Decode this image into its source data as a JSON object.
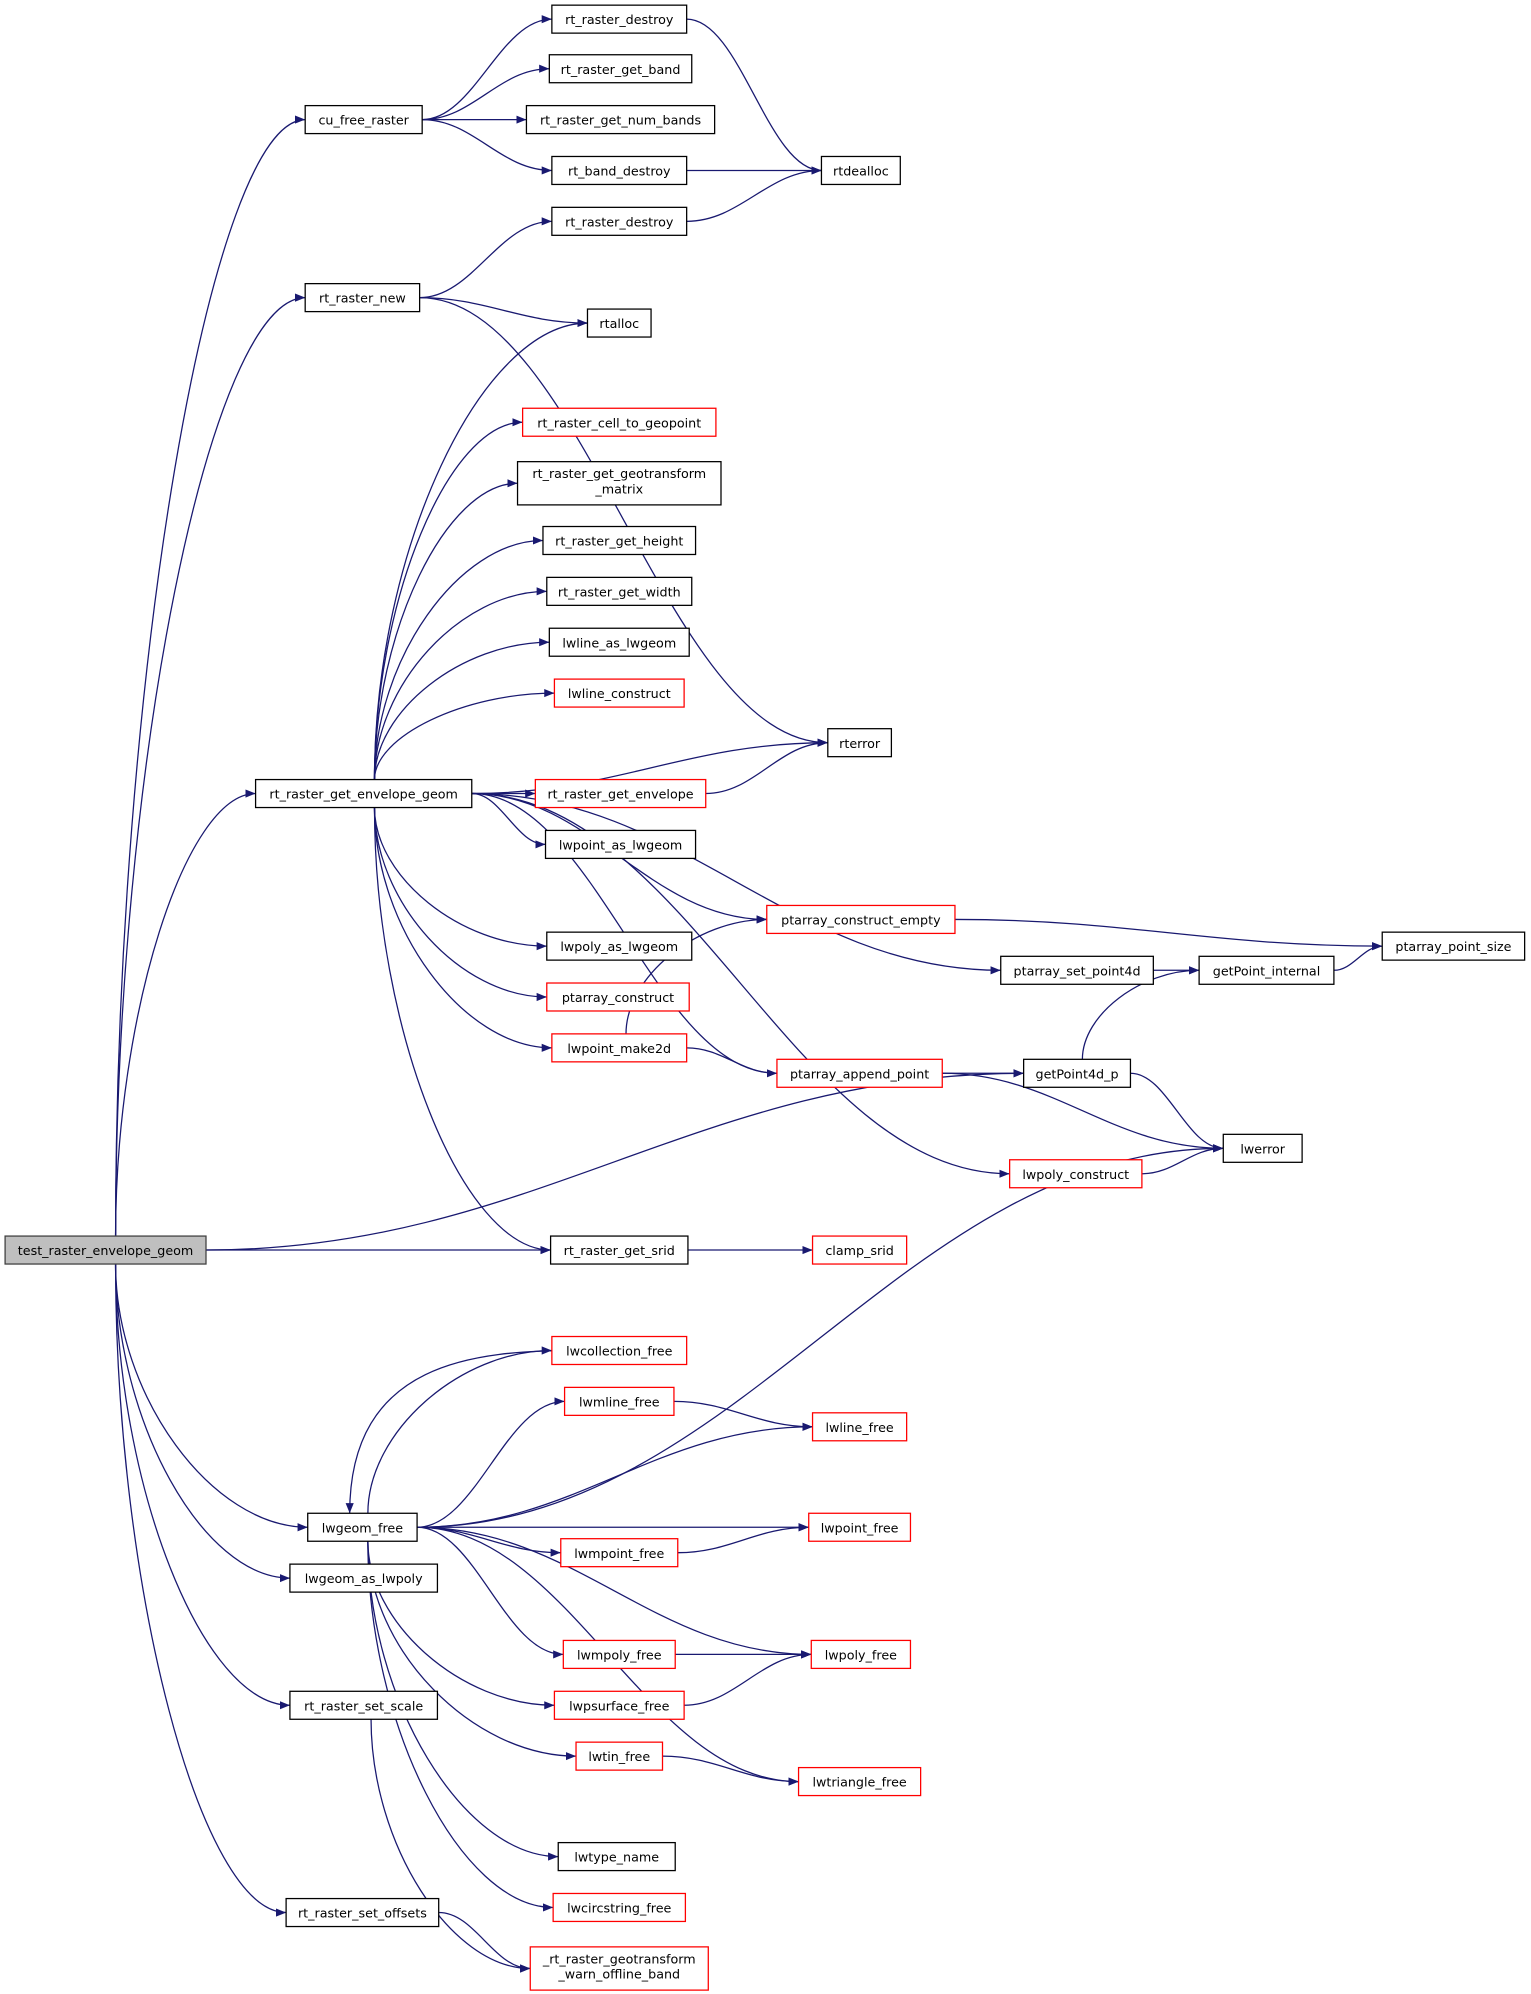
{
  "graph": {
    "edge_color": "#191970",
    "nodes": [
      {
        "id": "root",
        "lines": [
          "test_raster_envelope_geom"
        ],
        "style": "root"
      },
      {
        "id": "cu_free_raster",
        "lines": [
          "cu_free_raster"
        ],
        "style": "black"
      },
      {
        "id": "rt_raster_destroy_a",
        "lines": [
          "rt_raster_destroy"
        ],
        "style": "black"
      },
      {
        "id": "rt_raster_get_band",
        "lines": [
          "rt_raster_get_band"
        ],
        "style": "black"
      },
      {
        "id": "rt_raster_get_num_bands",
        "lines": [
          "rt_raster_get_num_bands"
        ],
        "style": "black"
      },
      {
        "id": "rt_band_destroy",
        "lines": [
          "rt_band_destroy"
        ],
        "style": "black"
      },
      {
        "id": "rtdealloc",
        "lines": [
          "rtdealloc"
        ],
        "style": "black"
      },
      {
        "id": "rt_raster_destroy_b",
        "lines": [
          "rt_raster_destroy"
        ],
        "style": "black"
      },
      {
        "id": "rt_raster_new",
        "lines": [
          "rt_raster_new"
        ],
        "style": "black"
      },
      {
        "id": "rtalloc",
        "lines": [
          "rtalloc"
        ],
        "style": "black"
      },
      {
        "id": "rt_raster_cell_to_geopoint",
        "lines": [
          "rt_raster_cell_to_geopoint"
        ],
        "style": "red"
      },
      {
        "id": "rt_raster_get_geotransform_matrix",
        "lines": [
          "rt_raster_get_geotransform",
          "_matrix"
        ],
        "style": "black"
      },
      {
        "id": "rt_raster_get_height",
        "lines": [
          "rt_raster_get_height"
        ],
        "style": "black"
      },
      {
        "id": "rt_raster_get_width",
        "lines": [
          "rt_raster_get_width"
        ],
        "style": "black"
      },
      {
        "id": "lwline_as_lwgeom",
        "lines": [
          "lwline_as_lwgeom"
        ],
        "style": "black"
      },
      {
        "id": "lwline_construct",
        "lines": [
          "lwline_construct"
        ],
        "style": "red"
      },
      {
        "id": "rterror",
        "lines": [
          "rterror"
        ],
        "style": "black"
      },
      {
        "id": "rt_raster_get_envelope_geom",
        "lines": [
          "rt_raster_get_envelope_geom"
        ],
        "style": "black"
      },
      {
        "id": "rt_raster_get_envelope",
        "lines": [
          "rt_raster_get_envelope"
        ],
        "style": "red"
      },
      {
        "id": "lwpoint_as_lwgeom",
        "lines": [
          "lwpoint_as_lwgeom"
        ],
        "style": "black"
      },
      {
        "id": "ptarray_construct_empty",
        "lines": [
          "ptarray_construct_empty"
        ],
        "style": "red"
      },
      {
        "id": "ptarray_point_size",
        "lines": [
          "ptarray_point_size"
        ],
        "style": "black"
      },
      {
        "id": "ptarray_set_point4d",
        "lines": [
          "ptarray_set_point4d"
        ],
        "style": "black"
      },
      {
        "id": "getPoint_internal",
        "lines": [
          "getPoint_internal"
        ],
        "style": "black"
      },
      {
        "id": "lwpoly_as_lwgeom",
        "lines": [
          "lwpoly_as_lwgeom"
        ],
        "style": "black"
      },
      {
        "id": "ptarray_construct",
        "lines": [
          "ptarray_construct"
        ],
        "style": "red"
      },
      {
        "id": "lwpoint_make2d",
        "lines": [
          "lwpoint_make2d"
        ],
        "style": "red"
      },
      {
        "id": "ptarray_append_point",
        "lines": [
          "ptarray_append_point"
        ],
        "style": "red"
      },
      {
        "id": "getPoint4d_p",
        "lines": [
          "getPoint4d_p"
        ],
        "style": "black"
      },
      {
        "id": "lwerror",
        "lines": [
          "lwerror"
        ],
        "style": "black"
      },
      {
        "id": "lwpoly_construct",
        "lines": [
          "lwpoly_construct"
        ],
        "style": "red"
      },
      {
        "id": "rt_raster_get_srid",
        "lines": [
          "rt_raster_get_srid"
        ],
        "style": "black"
      },
      {
        "id": "clamp_srid",
        "lines": [
          "clamp_srid"
        ],
        "style": "red"
      },
      {
        "id": "lwcollection_free",
        "lines": [
          "lwcollection_free"
        ],
        "style": "red"
      },
      {
        "id": "lwmline_free",
        "lines": [
          "lwmline_free"
        ],
        "style": "red"
      },
      {
        "id": "lwline_free",
        "lines": [
          "lwline_free"
        ],
        "style": "red"
      },
      {
        "id": "lwgeom_free",
        "lines": [
          "lwgeom_free"
        ],
        "style": "black"
      },
      {
        "id": "lwpoint_free",
        "lines": [
          "lwpoint_free"
        ],
        "style": "red"
      },
      {
        "id": "lwmpoint_free",
        "lines": [
          "lwmpoint_free"
        ],
        "style": "red"
      },
      {
        "id": "lwgeom_as_lwpoly",
        "lines": [
          "lwgeom_as_lwpoly"
        ],
        "style": "black"
      },
      {
        "id": "lwpoly_free",
        "lines": [
          "lwpoly_free"
        ],
        "style": "red"
      },
      {
        "id": "lwmpoly_free",
        "lines": [
          "lwmpoly_free"
        ],
        "style": "red"
      },
      {
        "id": "lwpsurface_free",
        "lines": [
          "lwpsurface_free"
        ],
        "style": "red"
      },
      {
        "id": "rt_raster_set_scale",
        "lines": [
          "rt_raster_set_scale"
        ],
        "style": "black"
      },
      {
        "id": "lwtin_free",
        "lines": [
          "lwtin_free"
        ],
        "style": "red"
      },
      {
        "id": "lwtriangle_free",
        "lines": [
          "lwtriangle_free"
        ],
        "style": "red"
      },
      {
        "id": "lwtype_name",
        "lines": [
          "lwtype_name"
        ],
        "style": "black"
      },
      {
        "id": "lwcircstring_free",
        "lines": [
          "lwcircstring_free"
        ],
        "style": "red"
      },
      {
        "id": "rt_raster_set_offsets",
        "lines": [
          "rt_raster_set_offsets"
        ],
        "style": "black"
      },
      {
        "id": "warn_offline_band",
        "lines": [
          "_rt_raster_geotransform",
          "_warn_offline_band"
        ],
        "style": "red"
      }
    ],
    "edges": [
      [
        "root",
        "cu_free_raster"
      ],
      [
        "root",
        "rt_raster_new"
      ],
      [
        "root",
        "rt_raster_get_envelope_geom"
      ],
      [
        "root",
        "getPoint4d_p"
      ],
      [
        "root",
        "rt_raster_get_srid"
      ],
      [
        "root",
        "lwgeom_free"
      ],
      [
        "root",
        "lwgeom_as_lwpoly"
      ],
      [
        "root",
        "rt_raster_set_scale"
      ],
      [
        "root",
        "rt_raster_set_offsets"
      ],
      [
        "cu_free_raster",
        "rt_raster_destroy_a"
      ],
      [
        "cu_free_raster",
        "rt_raster_get_band"
      ],
      [
        "cu_free_raster",
        "rt_raster_get_num_bands"
      ],
      [
        "cu_free_raster",
        "rt_band_destroy"
      ],
      [
        "rt_raster_destroy_a",
        "rtdealloc"
      ],
      [
        "rt_band_destroy",
        "rtdealloc"
      ],
      [
        "rt_raster_destroy_b",
        "rtdealloc"
      ],
      [
        "rt_raster_new",
        "rt_raster_destroy_b"
      ],
      [
        "rt_raster_new",
        "rterror"
      ],
      [
        "rt_raster_new",
        "rtalloc"
      ],
      [
        "rt_raster_get_envelope_geom",
        "rtalloc"
      ],
      [
        "rt_raster_get_envelope_geom",
        "ptarray_set_point4d"
      ],
      [
        "rt_raster_get_envelope_geom",
        "rt_raster_cell_to_geopoint"
      ],
      [
        "rt_raster_get_envelope_geom",
        "rt_raster_get_geotransform_matrix"
      ],
      [
        "rt_raster_get_envelope_geom",
        "rt_raster_get_height"
      ],
      [
        "rt_raster_get_envelope_geom",
        "rt_raster_get_width"
      ],
      [
        "rt_raster_get_envelope_geom",
        "lwline_as_lwgeom"
      ],
      [
        "rt_raster_get_envelope_geom",
        "lwline_construct"
      ],
      [
        "rt_raster_get_envelope_geom",
        "rterror"
      ],
      [
        "rt_raster_get_envelope_geom",
        "rt_raster_get_envelope"
      ],
      [
        "rt_raster_get_envelope_geom",
        "lwpoint_as_lwgeom"
      ],
      [
        "rt_raster_get_envelope_geom",
        "ptarray_construct_empty"
      ],
      [
        "rt_raster_get_envelope_geom",
        "lwpoly_as_lwgeom"
      ],
      [
        "rt_raster_get_envelope_geom",
        "ptarray_construct"
      ],
      [
        "rt_raster_get_envelope_geom",
        "lwpoint_make2d"
      ],
      [
        "rt_raster_get_envelope_geom",
        "ptarray_append_point"
      ],
      [
        "rt_raster_get_envelope_geom",
        "lwpoly_construct"
      ],
      [
        "rt_raster_get_envelope_geom",
        "rt_raster_get_srid"
      ],
      [
        "rt_raster_get_envelope",
        "rterror"
      ],
      [
        "ptarray_construct_empty",
        "ptarray_point_size"
      ],
      [
        "ptarray_set_point4d",
        "getPoint_internal"
      ],
      [
        "getPoint_internal",
        "ptarray_point_size"
      ],
      [
        "lwpoint_make2d",
        "ptarray_construct_empty"
      ],
      [
        "lwpoint_make2d",
        "ptarray_append_point"
      ],
      [
        "ptarray_append_point",
        "getPoint4d_p"
      ],
      [
        "ptarray_append_point",
        "lwerror"
      ],
      [
        "getPoint4d_p",
        "getPoint_internal"
      ],
      [
        "getPoint4d_p",
        "lwerror"
      ],
      [
        "lwpoly_construct",
        "lwerror"
      ],
      [
        "rt_raster_get_srid",
        "clamp_srid"
      ],
      [
        "lwgeom_free",
        "lwerror"
      ],
      [
        "lwgeom_free",
        "lwcollection_free"
      ],
      [
        "lwgeom_free",
        "lwmline_free"
      ],
      [
        "lwgeom_free",
        "lwline_free"
      ],
      [
        "lwgeom_free",
        "lwpoint_free"
      ],
      [
        "lwgeom_free",
        "lwmpoint_free"
      ],
      [
        "lwgeom_free",
        "lwpoly_free"
      ],
      [
        "lwgeom_free",
        "lwmpoly_free"
      ],
      [
        "lwgeom_free",
        "lwpsurface_free"
      ],
      [
        "lwgeom_free",
        "lwtin_free"
      ],
      [
        "lwgeom_free",
        "lwtriangle_free"
      ],
      [
        "lwgeom_free",
        "lwtype_name"
      ],
      [
        "lwgeom_free",
        "lwcircstring_free"
      ],
      [
        "lwcollection_free",
        "lwgeom_free"
      ],
      [
        "lwmline_free",
        "lwline_free"
      ],
      [
        "lwmpoint_free",
        "lwpoint_free"
      ],
      [
        "lwmpoly_free",
        "lwpoly_free"
      ],
      [
        "lwpsurface_free",
        "lwpoly_free"
      ],
      [
        "lwtin_free",
        "lwtriangle_free"
      ],
      [
        "rt_raster_set_scale",
        "warn_offline_band"
      ],
      [
        "rt_raster_set_offsets",
        "warn_offline_band"
      ]
    ]
  }
}
